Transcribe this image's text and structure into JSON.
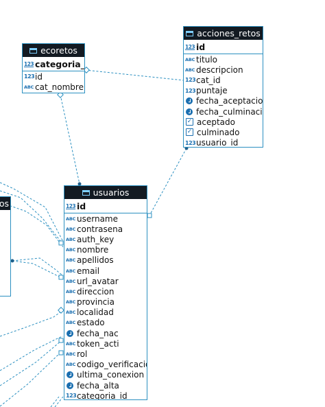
{
  "colors": {
    "border": "#2a8fc0",
    "header_bg": "#131a22",
    "link": "#2a8fc0"
  },
  "tables": {
    "ecoretos": {
      "name": "ecoretos",
      "pk": "categoria_id",
      "columns": [
        {
          "name": "id",
          "type": "numeric"
        },
        {
          "name": "cat_nombre",
          "type": "text"
        }
      ]
    },
    "acciones_retos": {
      "name": "acciones_retos",
      "pk": "id",
      "columns": [
        {
          "name": "titulo",
          "type": "text"
        },
        {
          "name": "descripcion",
          "type": "text"
        },
        {
          "name": "cat_id",
          "type": "numeric"
        },
        {
          "name": "puntaje",
          "type": "numeric"
        },
        {
          "name": "fecha_aceptacion",
          "type": "datetime"
        },
        {
          "name": "fecha_culminacion",
          "type": "datetime"
        },
        {
          "name": "aceptado",
          "type": "boolean"
        },
        {
          "name": "culminado",
          "type": "boolean"
        },
        {
          "name": "usuario_id",
          "type": "numeric"
        }
      ]
    },
    "usuarios": {
      "name": "usuarios",
      "pk": "id",
      "columns": [
        {
          "name": "username",
          "type": "text"
        },
        {
          "name": "contrasena",
          "type": "text"
        },
        {
          "name": "auth_key",
          "type": "text"
        },
        {
          "name": "nombre",
          "type": "text"
        },
        {
          "name": "apellidos",
          "type": "text"
        },
        {
          "name": "email",
          "type": "text"
        },
        {
          "name": "url_avatar",
          "type": "text"
        },
        {
          "name": "direccion",
          "type": "text"
        },
        {
          "name": "provincia",
          "type": "text"
        },
        {
          "name": "localidad",
          "type": "text"
        },
        {
          "name": "estado",
          "type": "text"
        },
        {
          "name": "fecha_nac",
          "type": "datetime"
        },
        {
          "name": "token_acti",
          "type": "text"
        },
        {
          "name": "rol",
          "type": "text"
        },
        {
          "name": "codigo_verificacion",
          "type": "text"
        },
        {
          "name": "ultima_conexion",
          "type": "datetime"
        },
        {
          "name": "fecha_alta",
          "type": "datetime"
        },
        {
          "name": "categoria_id",
          "type": "numeric"
        }
      ]
    },
    "partial": {
      "name": "os"
    }
  },
  "icons": {
    "numeric": "123",
    "text": "ABC",
    "datetime": "clock-icon",
    "boolean": "checkbox-icon",
    "table": "table-icon"
  }
}
